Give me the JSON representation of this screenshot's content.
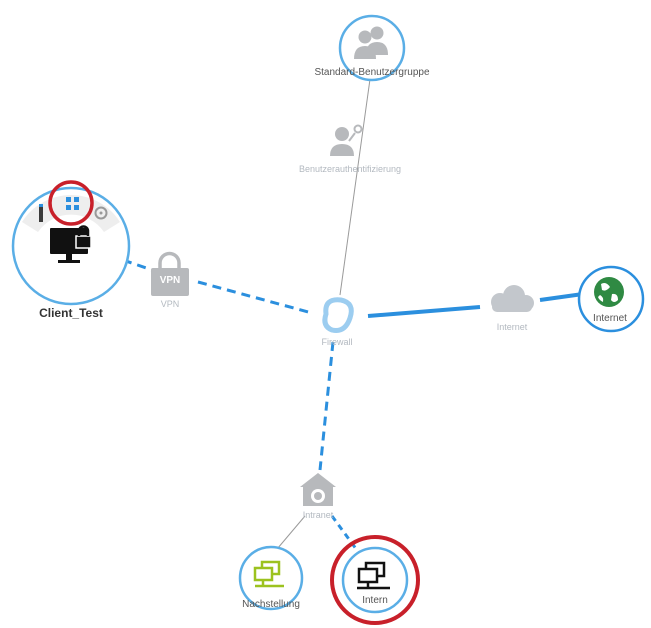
{
  "nodes": {
    "standard_group": "Standard-Benutzergruppe",
    "user_auth": "Benutzerauthentifizierung",
    "client": "Client_Test",
    "vpn_icon_text": "VPN",
    "vpn": "VPN",
    "firewall": "Firewall",
    "cloud": "Internet",
    "internet": "Internet",
    "intranet": "Intranet",
    "nachstellung": "Nachstellung",
    "intern": "Intern"
  },
  "colors": {
    "link_blue": "#2b8fde",
    "ring_blue": "#5aaee6",
    "highlight_red": "#c8202a",
    "internet_green": "#2f8a43",
    "lime": "#9cc21f",
    "grey_icon": "#b7b9bc"
  },
  "icons": [
    "users-group-icon",
    "user-key-icon",
    "monitor-lock-icon",
    "padlock-icon",
    "firewall-icon",
    "cloud-icon",
    "globe-icon",
    "house-globe-icon",
    "network-computers-icon"
  ]
}
